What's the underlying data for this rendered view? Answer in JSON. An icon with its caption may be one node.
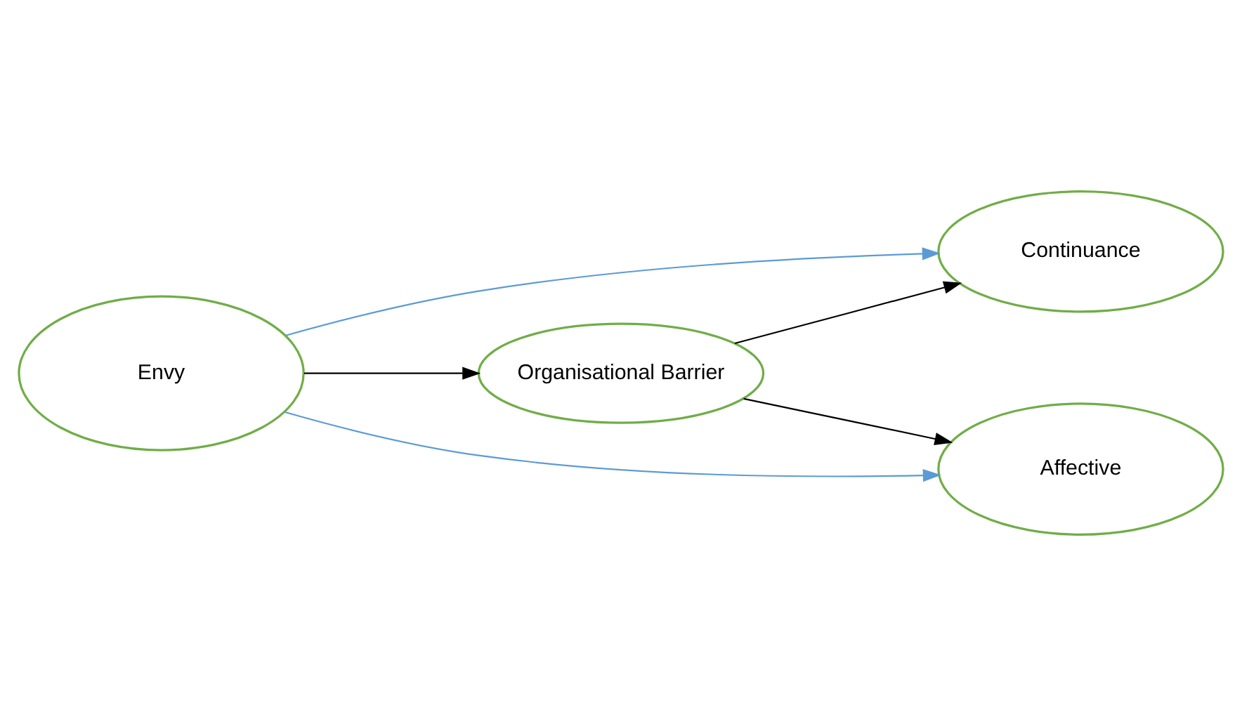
{
  "diagram": {
    "nodes": [
      {
        "text": [
          "Envy"
        ]
      },
      {
        "text": [
          "Organisational Barrier"
        ]
      },
      {
        "text": [
          "Continuance"
        ]
      },
      {
        "text": [
          "Affective"
        ]
      }
    ],
    "edges": [
      {
        "from": 0,
        "to": 1,
        "arrow": "to"
      },
      {
        "from": 1,
        "to": 2,
        "arrow": "to"
      },
      {
        "from": 1,
        "to": 3,
        "arrow": "to"
      },
      {
        "from": 0,
        "to": 2,
        "arrow": "to",
        "color": "#5b9bd5"
      },
      {
        "from": 0,
        "to": 3,
        "arrow": "to",
        "color": "#5b9bd5"
      }
    ]
  }
}
